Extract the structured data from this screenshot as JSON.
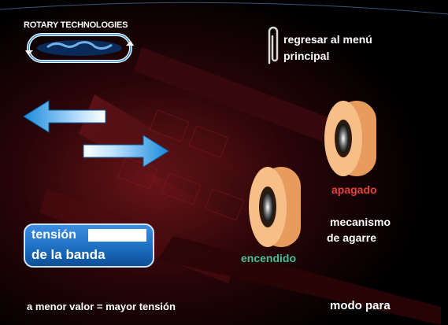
{
  "logo": {
    "text": "ROTARY TECHNOLOGIES"
  },
  "menu": {
    "line1": "regresar al menú",
    "line2": "principal"
  },
  "tension": {
    "line1": "tensión",
    "line2": "de la banda",
    "input_value": ""
  },
  "wheels": {
    "off_label": "apagado",
    "on_label": "encendido"
  },
  "mechanism": {
    "line1": "mecanismo",
    "line2": "de agarre"
  },
  "footer": {
    "hint": "a menor valor = mayor tensión",
    "mode": "modo para"
  },
  "colors": {
    "off": "#e8423a",
    "on": "#4bbf9a",
    "arrow": "#1a8ad8",
    "panel": "#1c6fc2"
  }
}
